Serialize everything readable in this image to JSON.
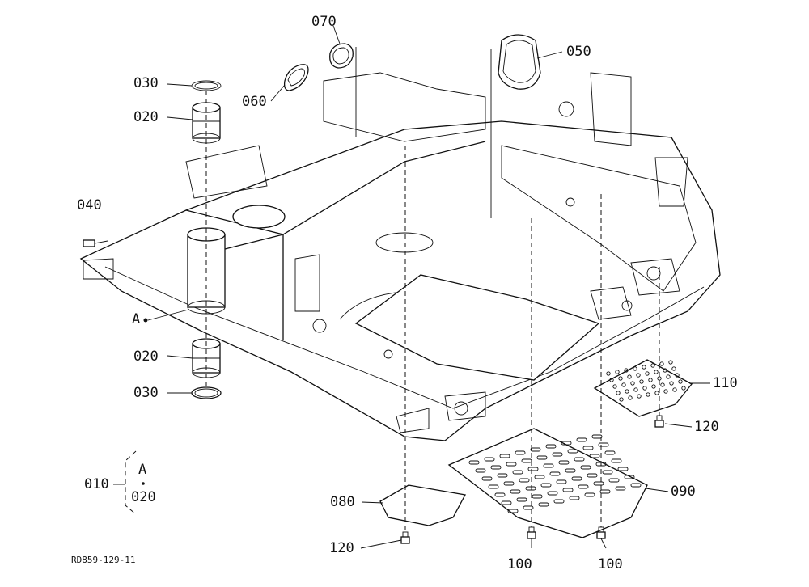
{
  "callouts": {
    "c070": "070",
    "c050": "050",
    "c030_top": "030",
    "c020_top": "020",
    "c060": "060",
    "c040": "040",
    "cA": "A",
    "c020_bot": "020",
    "c030_bot": "030",
    "c110": "110",
    "c120_right": "120",
    "c090": "090",
    "c080": "080",
    "c120_bot": "120",
    "c100_left": "100",
    "c100_right": "100"
  },
  "legend": {
    "ref": "010",
    "item_a": "A",
    "item_b": "020"
  },
  "drawing_ref": "RD859-129-11"
}
